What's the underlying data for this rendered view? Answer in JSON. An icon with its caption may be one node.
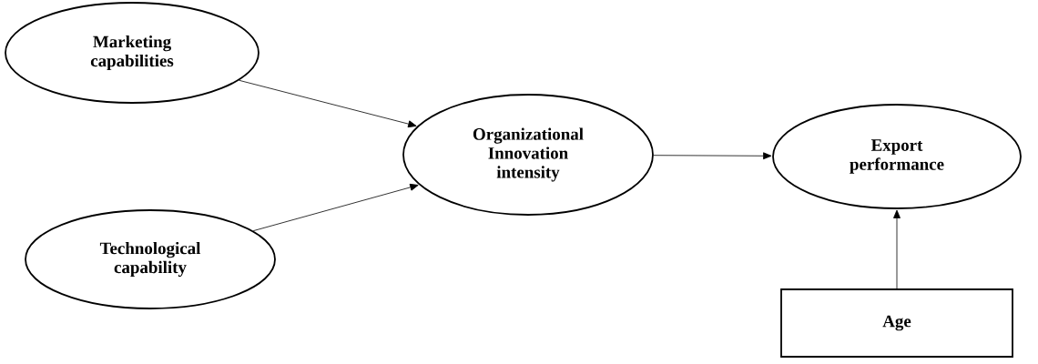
{
  "diagram": {
    "nodes": [
      {
        "text": [
          "Marketing capabilities"
        ]
      },
      {
        "text": [
          "Technological capability"
        ]
      },
      {
        "text": [
          "Organizational Innovation intensity"
        ]
      },
      {
        "text": [
          "Export performance"
        ]
      },
      {
        "text": [
          "Age"
        ]
      }
    ],
    "edges": [
      {
        "from": 0,
        "to": 2,
        "arrow": "to"
      },
      {
        "from": 1,
        "to": 2,
        "arrow": "to"
      },
      {
        "from": 2,
        "to": 3,
        "arrow": "to"
      },
      {
        "from": 4,
        "to": 3,
        "arrow": "to"
      }
    ]
  }
}
